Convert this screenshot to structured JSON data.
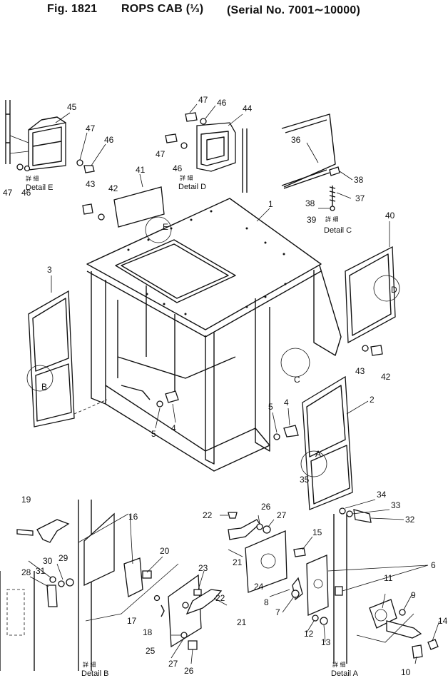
{
  "header": {
    "fig_label": "Fig. 1821",
    "title": "ROPS CAB (⅓)",
    "serial": "(Serial No. 7001∼10000)"
  },
  "details": {
    "kanji": "詳 細",
    "e": "Detail E",
    "d": "Detail D",
    "c": "Detail C",
    "b": "Detail B",
    "a": "Detail A"
  },
  "circle_labels": {
    "e": "E",
    "d": "D",
    "c": "C",
    "b": "B",
    "a": "A"
  },
  "callouts": {
    "c45": "45",
    "c47a": "47",
    "c46a": "46",
    "c47b": "47",
    "c46b": "46",
    "c47c": "47",
    "c46c": "46",
    "c44": "44",
    "c47d": "47",
    "c46d": "46",
    "c36": "36",
    "c38a": "38",
    "c38b": "38",
    "c37": "37",
    "c39": "39",
    "c41": "41",
    "c43a": "43",
    "c42a": "42",
    "c1": "1",
    "c40": "40",
    "c3": "3",
    "c5a": "5",
    "c4a": "4",
    "c5b": "5",
    "c4b": "4",
    "c43b": "43",
    "c42b": "42",
    "c2": "2",
    "c35": "35",
    "c34": "34",
    "c33": "33",
    "c32": "32",
    "c19": "19",
    "c16": "16",
    "c20": "20",
    "c30": "30",
    "c29": "29",
    "c28": "28",
    "c31": "31",
    "c17": "17",
    "c18": "18",
    "c23": "23",
    "c22a": "22",
    "c21a": "21",
    "c25": "25",
    "c27a": "27",
    "c26a": "26",
    "c22b": "22",
    "c26b": "26",
    "c27b": "27",
    "c21b": "21",
    "c24": "24",
    "c8": "8",
    "c7": "7",
    "c15": "15",
    "c6": "6",
    "c11": "11",
    "c9": "9",
    "c14": "14",
    "c12": "12",
    "c13": "13",
    "c10": "10"
  }
}
